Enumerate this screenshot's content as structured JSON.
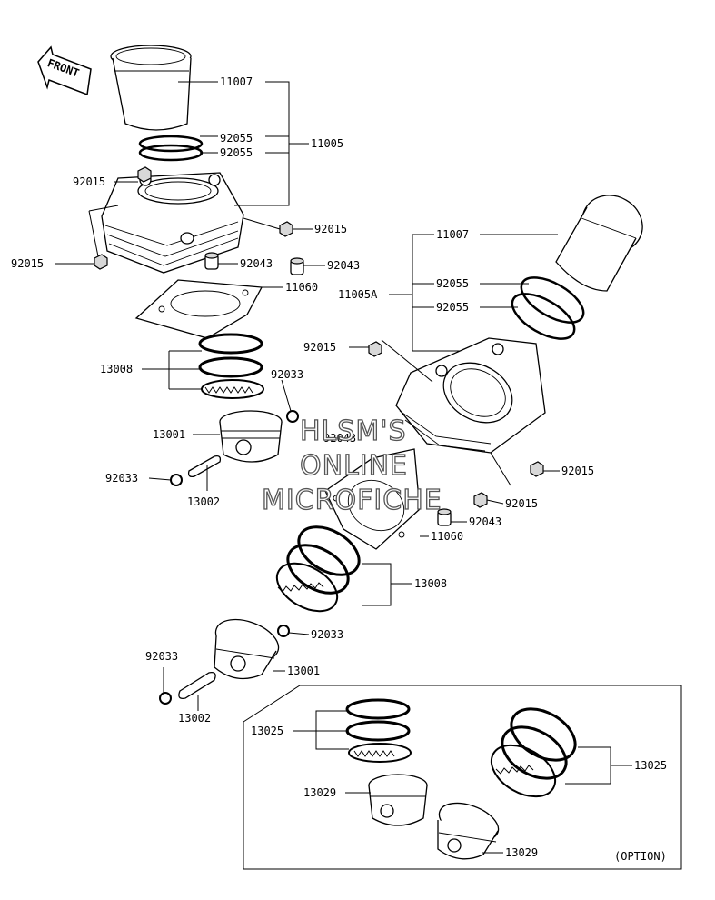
{
  "front_arrow": {
    "label": "FRONT"
  },
  "watermark": {
    "line1": "HLSM'S",
    "line2": "ONLINE",
    "line3": "MICROFICHE"
  },
  "option_box": {
    "label": "(OPTION)"
  },
  "labels": {
    "cyl1_sleeve": "11007",
    "cyl1_oring_a": "92055",
    "cyl1_oring_b": "92055",
    "cyl1_assy": "11005",
    "cyl1_nut_top": "92015",
    "cyl1_nut_right": "92015",
    "cyl1_nut_left": "92015",
    "cyl1_dowel_a": "92043",
    "cyl1_dowel_b": "92043",
    "cyl1_gasket": "11060",
    "cyl1_rings": "13008",
    "cyl1_circlip_r": "92033",
    "cyl1_piston": "13001",
    "cyl1_circlip_l": "92033",
    "cyl1_pin": "13002",
    "cyl2_sleeve": "11007",
    "cyl2_oring_a": "92055",
    "cyl2_assy": "11005A",
    "cyl2_oring_b": "92055",
    "cyl2_nut_left": "92015",
    "cyl2_dowel_hidden": "92043",
    "cyl2_nut_right_a": "92015",
    "cyl2_nut_right_b": "92015",
    "cyl2_dowel": "92043",
    "cyl2_gasket": "11060",
    "cyl2_rings": "13008",
    "cyl2_circlip_r": "92033",
    "cyl2_circlip_l": "92033",
    "cyl2_piston": "13001",
    "cyl2_pin": "13002",
    "opt_rings_a": "13025",
    "opt_piston_a": "13029",
    "opt_rings_b": "13025",
    "opt_piston_b": "13029"
  }
}
